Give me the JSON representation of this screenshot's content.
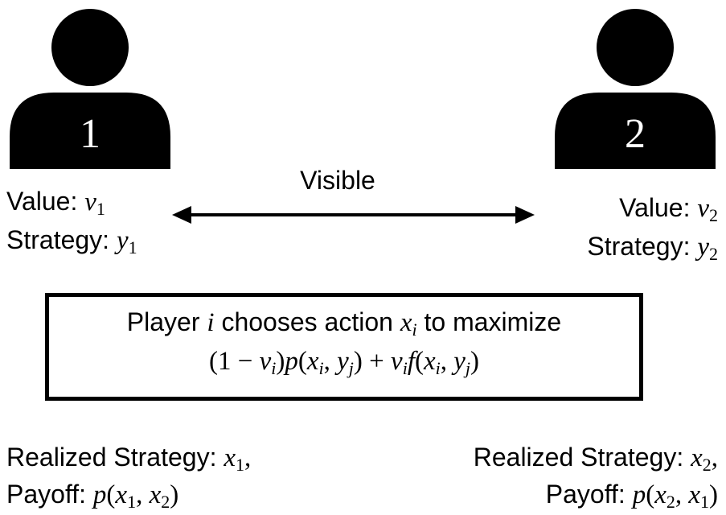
{
  "players": [
    {
      "label": "1",
      "value_label": "Value:",
      "value_symbol": "v",
      "value_sub": "1",
      "strategy_label": "Strategy:",
      "strategy_symbol": "y",
      "strategy_sub": "1",
      "realized_label": "Realized Strategy:",
      "realized_symbol": "x",
      "realized_sub": "1",
      "realized_trailing": ",",
      "payoff_label": "Payoff:",
      "payoff_func": "p",
      "payoff_arg1": "x",
      "payoff_arg1_sub": "1",
      "payoff_arg2": "x",
      "payoff_arg2_sub": "2"
    },
    {
      "label": "2",
      "value_label": "Value:",
      "value_symbol": "v",
      "value_sub": "2",
      "strategy_label": "Strategy:",
      "strategy_symbol": "y",
      "strategy_sub": "2",
      "realized_label": "Realized Strategy:",
      "realized_symbol": "x",
      "realized_sub": "2",
      "realized_trailing": ",",
      "payoff_label": "Payoff:",
      "payoff_func": "p",
      "payoff_arg1": "x",
      "payoff_arg1_sub": "2",
      "payoff_arg2": "x",
      "payoff_arg2_sub": "1"
    }
  ],
  "arrow": {
    "label": "Visible"
  },
  "box": {
    "line1_pre": "Player",
    "line1_var": "i",
    "line1_mid": "chooses action",
    "line1_action": "x",
    "line1_action_sub": "i",
    "line1_post": "to maximize",
    "formula": {
      "open": "(1 − ",
      "v": "v",
      "v_sub": "i",
      "close1": ")",
      "p": "p",
      "paren_open": "(",
      "x1": "x",
      "x1_sub": "i",
      "comma1": ", ",
      "y1": "y",
      "y1_sub": "j",
      "paren_close": ")",
      "plus": " + ",
      "v2": "v",
      "v2_sub": "i",
      "f": "f",
      "paren_open2": "(",
      "x2": "x",
      "x2_sub": "i",
      "comma2": ", ",
      "y2": "y",
      "y2_sub": "j",
      "paren_close2": ")"
    }
  },
  "colors": {
    "icon": "#000000",
    "icon_text": "#ffffff",
    "background": "#ffffff"
  },
  "icons": {
    "player": "person-icon"
  }
}
